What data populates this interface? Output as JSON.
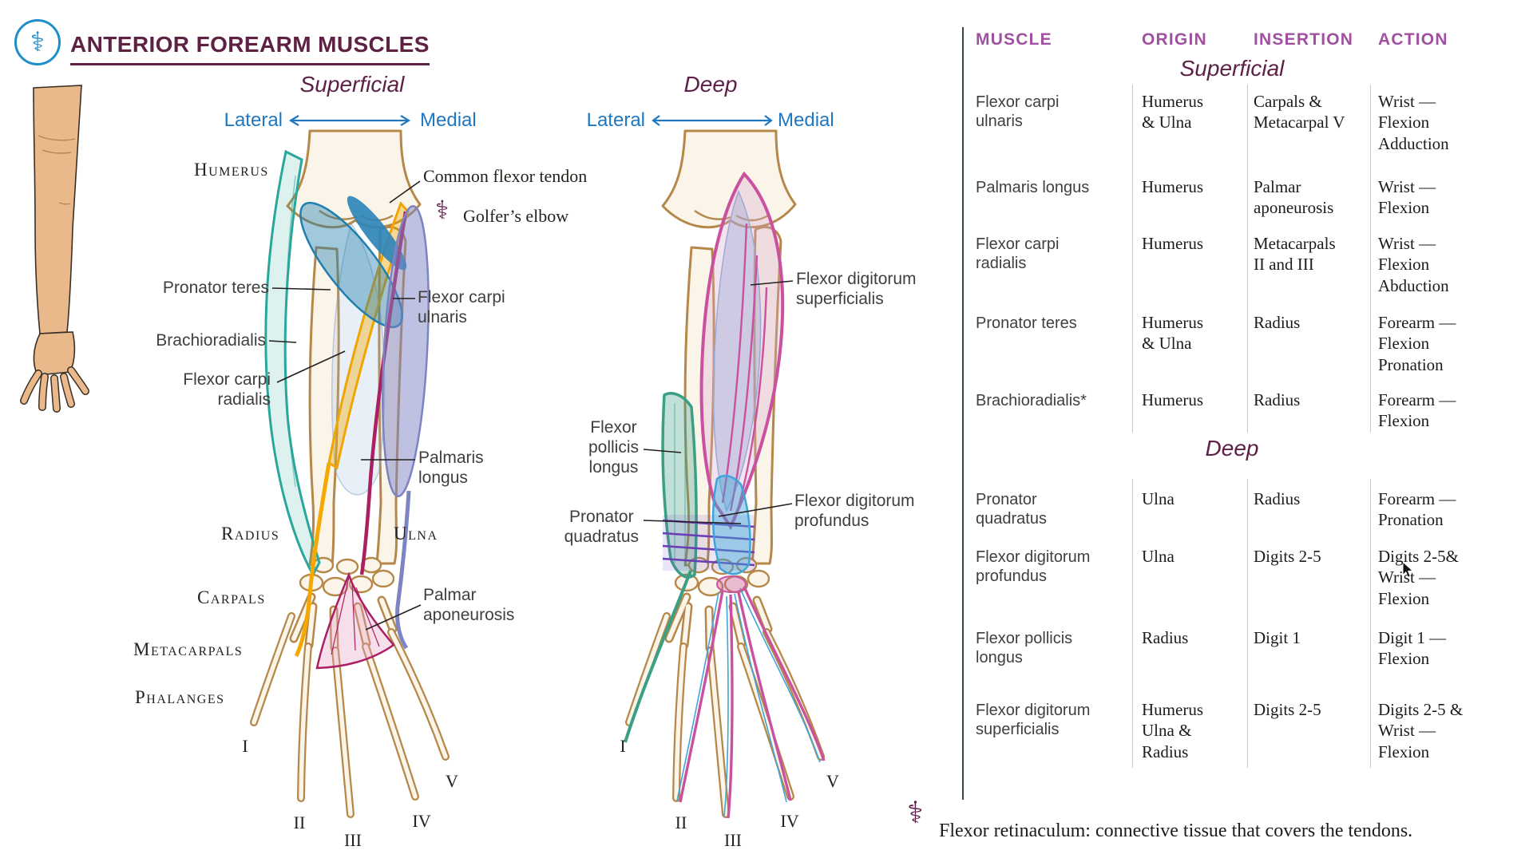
{
  "header": {
    "title": "ANTERIOR FOREARM MUSCLES"
  },
  "icons": {
    "glyph": "⚕",
    "logo": "staff-of-asclepius-icon",
    "marker": "caduceus-icon"
  },
  "views": {
    "superficial": {
      "title": "Superficial",
      "direction_left": "Lateral",
      "direction_right": "Medial",
      "bones": {
        "humerus": "Humerus",
        "radius": "Radius",
        "ulna": "Ulna",
        "carpals": "Carpals",
        "metacarpals": "Metacarpals",
        "phalanges": "Phalanges"
      },
      "labels": {
        "common_flexor_tendon": "Common flexor tendon",
        "golfers_elbow": "Golfer’s elbow",
        "pronator_teres": "Pronator teres",
        "flexor_carpi_ulnaris": "Flexor carpi\nulnaris",
        "brachioradialis": "Brachioradialis",
        "flexor_carpi_radialis": "Flexor carpi\nradialis",
        "palmaris_longus": "Palmaris\nlongus",
        "palmar_aponeurosis": "Palmar\naponeurosis"
      },
      "digits": [
        "I",
        "II",
        "III",
        "IV",
        "V"
      ]
    },
    "deep": {
      "title": "Deep",
      "direction_left": "Lateral",
      "direction_right": "Medial",
      "labels": {
        "flexor_digitorum_superficialis": "Flexor digitorum\nsuperficialis",
        "flexor_pollicis_longus": "Flexor\npollicis\nlongus",
        "pronator_quadratus": "Pronator\nquadratus",
        "flexor_digitorum_profundus": "Flexor digitorum\nprofundus"
      },
      "digits": [
        "I",
        "II",
        "III",
        "IV",
        "V"
      ]
    }
  },
  "table": {
    "headers": [
      "MUSCLE",
      "ORIGIN",
      "INSERTION",
      "ACTION"
    ],
    "sections": [
      {
        "title": "Superficial",
        "rows": [
          {
            "muscle": "Flexor carpi\nulnaris",
            "origin": "Humerus\n& Ulna",
            "insertion": "Carpals &\nMetacarpal V",
            "action": "Wrist —\nFlexion\nAdduction"
          },
          {
            "muscle": "Palmaris longus",
            "origin": "Humerus",
            "insertion": "Palmar\naponeurosis",
            "action": "Wrist —\nFlexion"
          },
          {
            "muscle": "Flexor carpi\nradialis",
            "origin": "Humerus",
            "insertion": "Metacarpals\nII and III",
            "action": "Wrist —\nFlexion\nAbduction"
          },
          {
            "muscle": "Pronator teres",
            "origin": "Humerus\n& Ulna",
            "insertion": "Radius",
            "action": "Forearm —\nFlexion\nPronation"
          },
          {
            "muscle": "Brachioradialis*",
            "origin": "Humerus",
            "insertion": "Radius",
            "action": "Forearm —\nFlexion"
          }
        ]
      },
      {
        "title": "Deep",
        "rows": [
          {
            "muscle": "Pronator\nquadratus",
            "origin": "Ulna",
            "insertion": "Radius",
            "action": "Forearm —\nPronation"
          },
          {
            "muscle": "Flexor digitorum\nprofundus",
            "origin": "Ulna",
            "insertion": "Digits 2-5",
            "action": "Digits 2-5&\nWrist —\nFlexion"
          },
          {
            "muscle": "Flexor pollicis\nlongus",
            "origin": "Radius",
            "insertion": "Digit 1",
            "action": "Digit 1 —\nFlexion"
          },
          {
            "muscle": "Flexor digitorum\nsuperficialis",
            "origin": "Humerus\nUlna &\nRadius",
            "insertion": "Digits 2-5",
            "action": "Digits 2-5 &\nWrist —\nFlexion"
          }
        ]
      }
    ]
  },
  "footnote": "Flexor retinaculum: connective tissue that covers the tendons.",
  "colors": {
    "title": "#5e2144",
    "table_header": "#a050a0",
    "direction": "#1f78bf",
    "label": "#3f3f3f",
    "bone_outline": "#b5884a",
    "brachioradialis_teal": "#2aa79b",
    "pronator_teres_blue": "#1f7fae",
    "flexor_carpi_radialis_yellow": "#f5a800",
    "palmaris_longus_magenta": "#ab1f63",
    "flexor_carpi_ulnaris_slate": "#7d84c4",
    "fds_pink": "#c9519f",
    "fpl_green": "#3a9f85",
    "pronator_quadratus_violet": "#6a3fb5",
    "fdp_blue": "#3fa4d9",
    "logo_blue": "#1e8fc9"
  }
}
